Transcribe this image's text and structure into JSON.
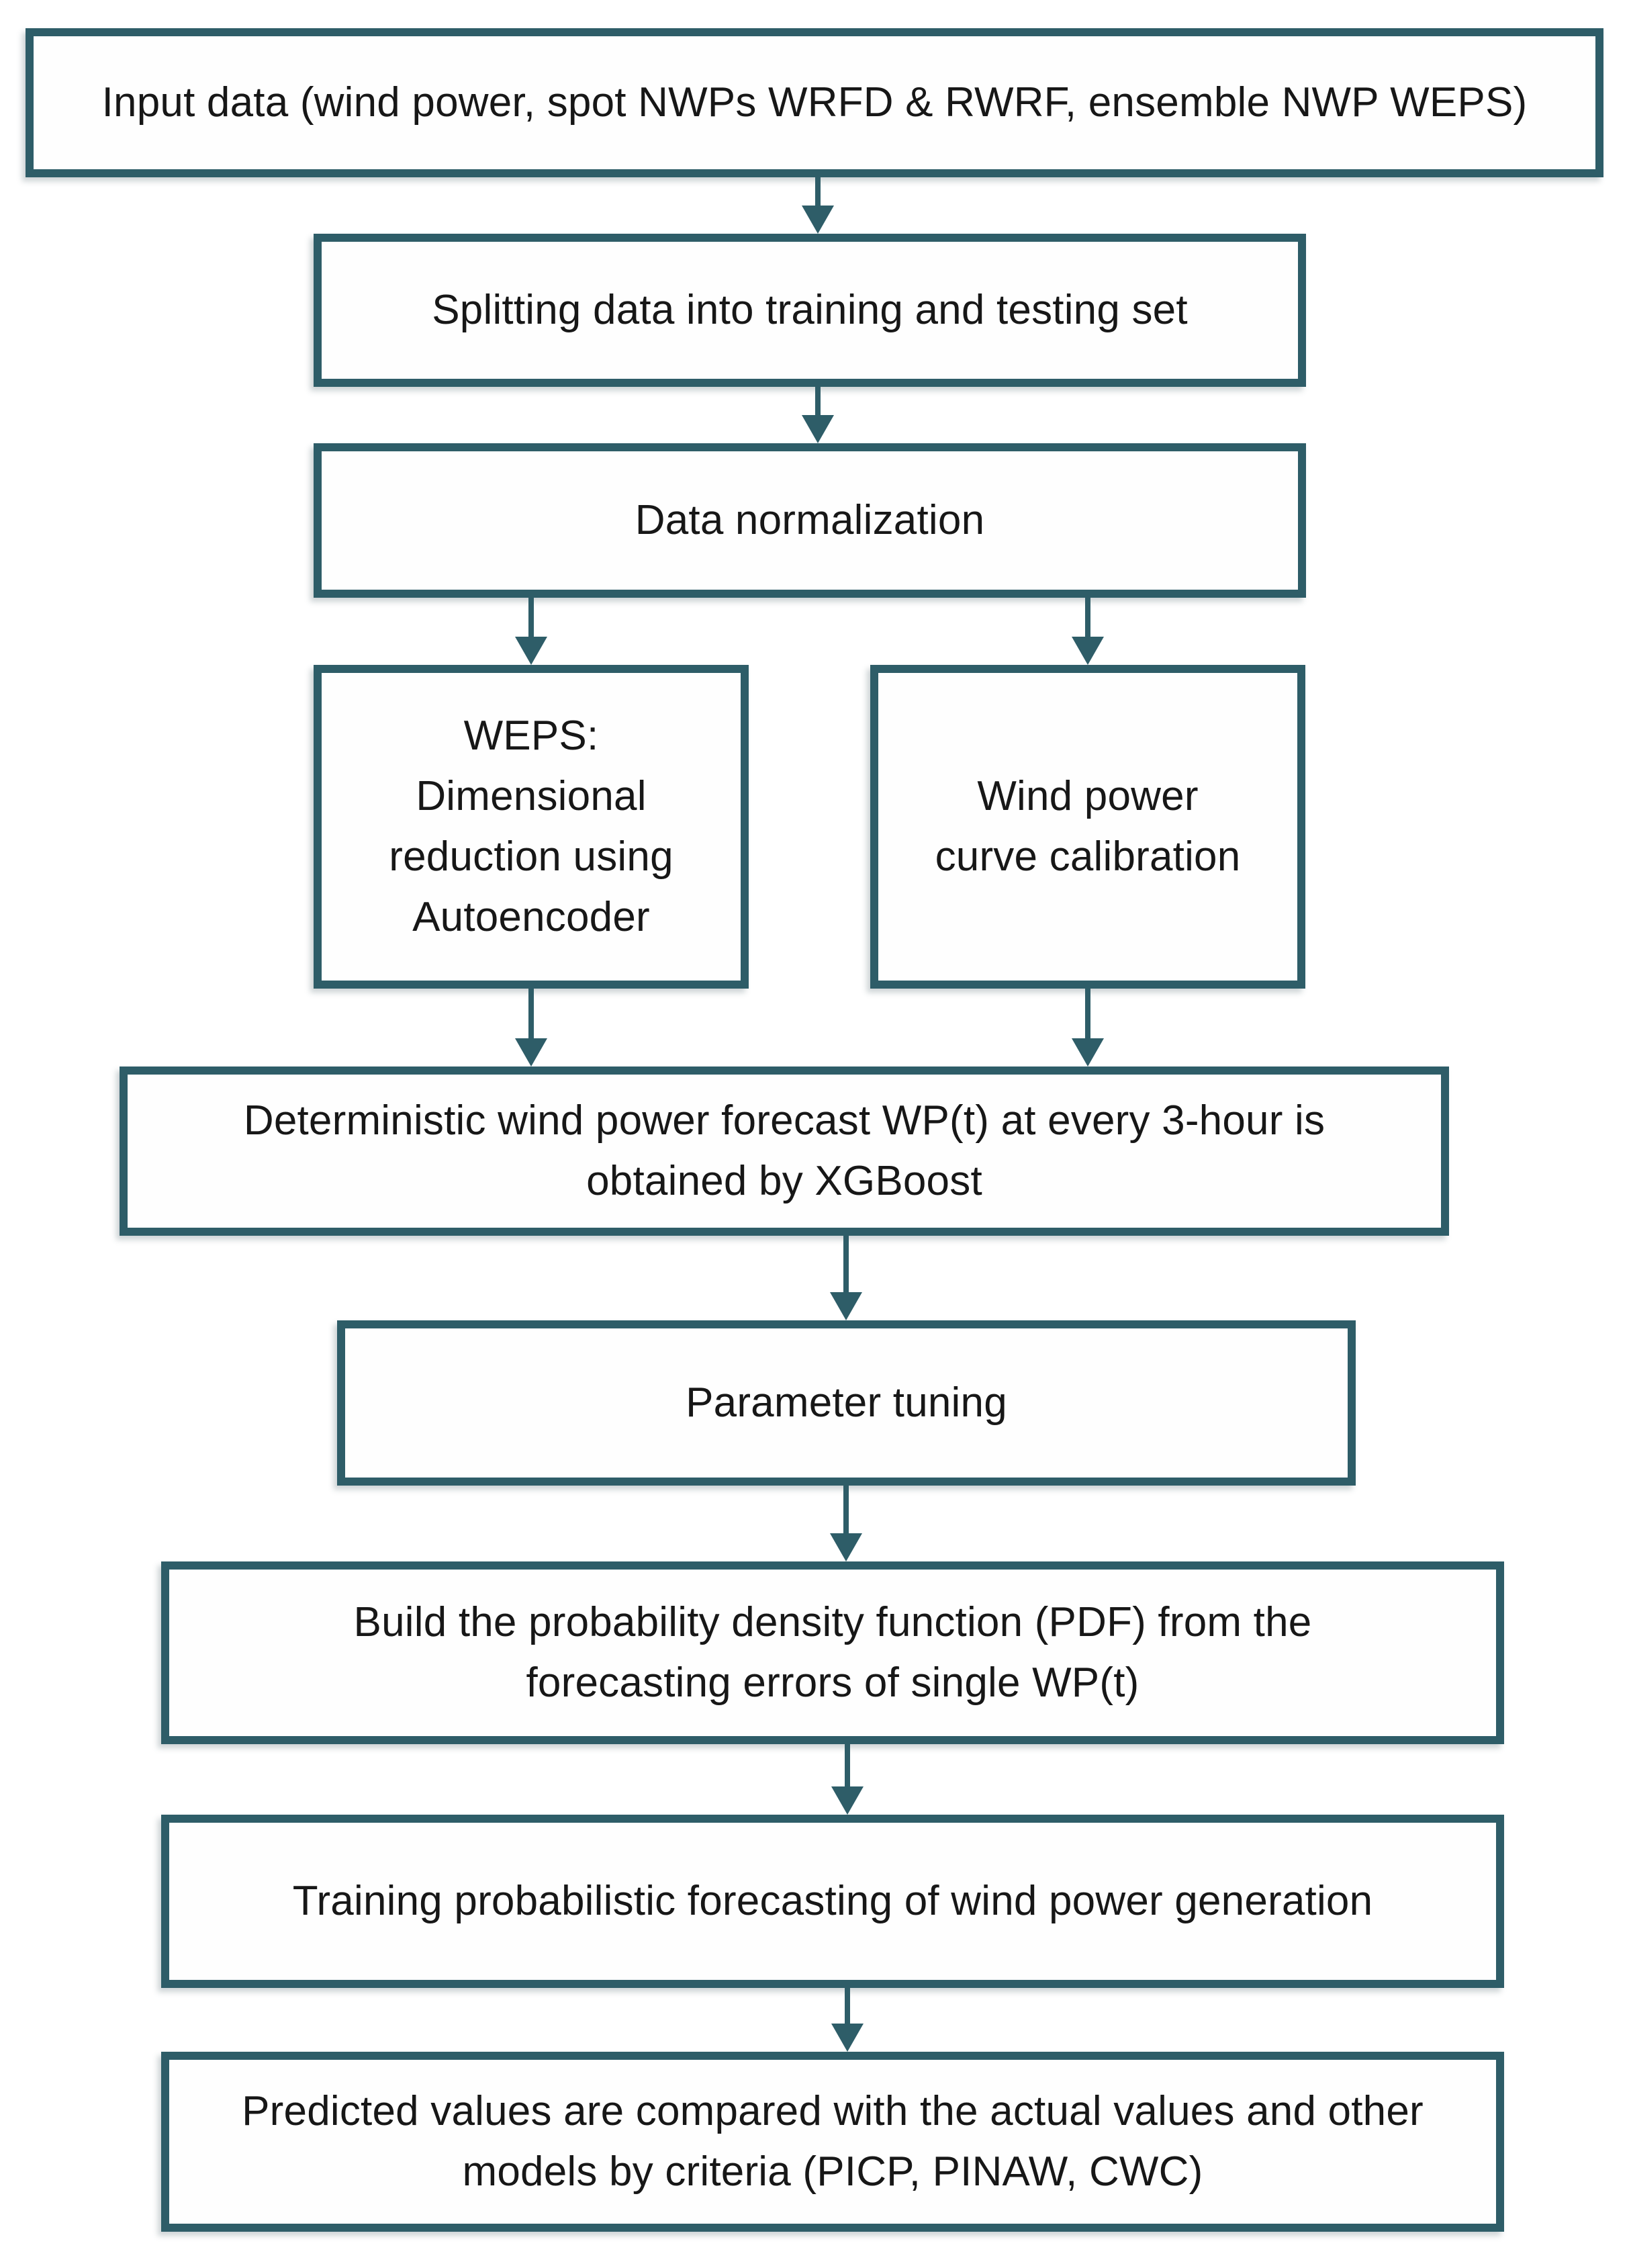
{
  "figure_type": "flowchart",
  "colors": {
    "accent_teal": "#2e5d68",
    "box_fill": "#fefefe",
    "text": "#171717",
    "background": "#ffffff"
  },
  "diagram": {
    "nodes": [
      {
        "id": "input",
        "label": "Input data (wind power, spot NWPs WRFD & RWRF, ensemble NWP WEPS)"
      },
      {
        "id": "split",
        "label": "Splitting data into training and testing set"
      },
      {
        "id": "normalize",
        "label": "Data normalization"
      },
      {
        "id": "weps",
        "label": "WEPS:\nDimensional\nreduction using\nAutoencoder"
      },
      {
        "id": "curve",
        "label": "Wind power\ncurve calibration"
      },
      {
        "id": "deterministic",
        "label": "Deterministic wind power forecast WP(t) at every 3-hour is\nobtained by XGBoost"
      },
      {
        "id": "tuning",
        "label": "Parameter tuning"
      },
      {
        "id": "pdf",
        "label": "Build the probability density function (PDF) from the\nforecasting errors of single WP(t)"
      },
      {
        "id": "training",
        "label": "Training probabilistic forecasting of wind power generation"
      },
      {
        "id": "evaluate",
        "label": "Predicted values are compared with the actual values and other\nmodels by criteria (PICP, PINAW, CWC)"
      }
    ],
    "edges": [
      {
        "from": "input",
        "to": "split"
      },
      {
        "from": "split",
        "to": "normalize"
      },
      {
        "from": "normalize",
        "to": "weps"
      },
      {
        "from": "normalize",
        "to": "curve"
      },
      {
        "from": "weps",
        "to": "deterministic"
      },
      {
        "from": "curve",
        "to": "deterministic"
      },
      {
        "from": "deterministic",
        "to": "tuning"
      },
      {
        "from": "tuning",
        "to": "pdf"
      },
      {
        "from": "pdf",
        "to": "training"
      },
      {
        "from": "training",
        "to": "evaluate"
      }
    ]
  }
}
